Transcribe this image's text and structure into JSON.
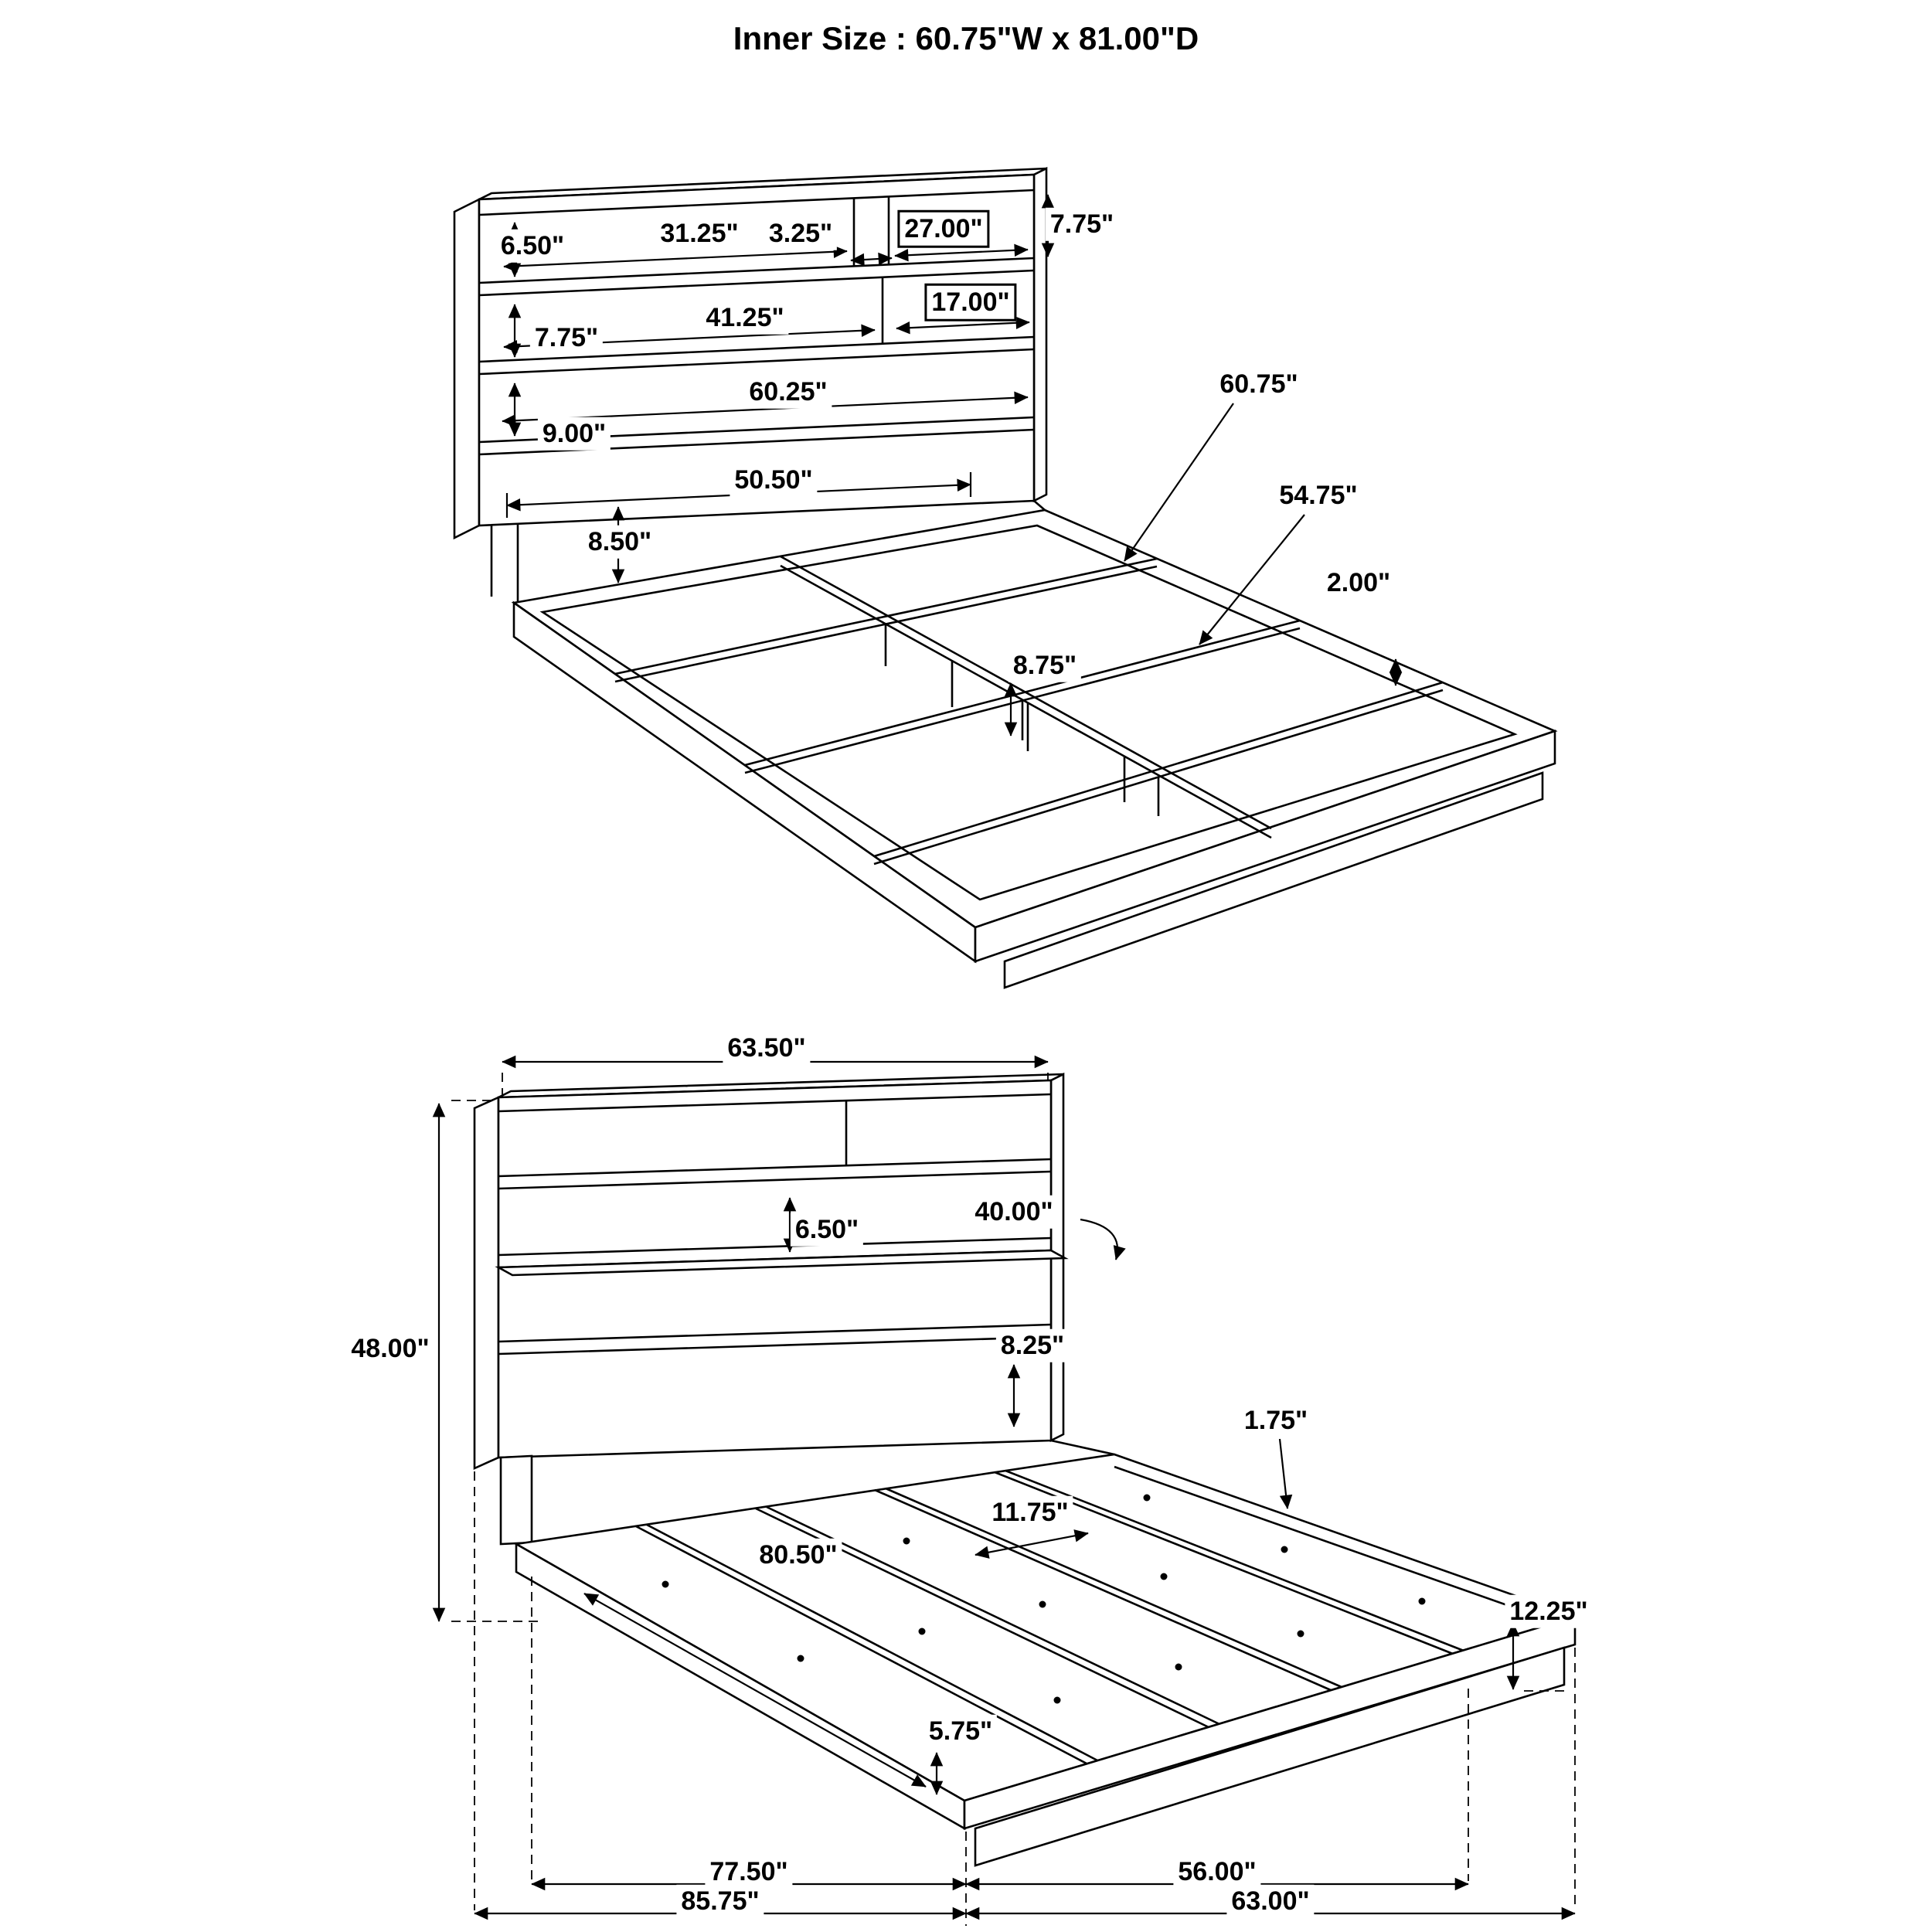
{
  "title": "Inner Size : 60.75\"W x 81.00\"D",
  "colors": {
    "line": "#000000",
    "background": "#ffffff",
    "text": "#000000"
  },
  "perspective_view": {
    "labels": [
      {
        "name": "top-shelf-height",
        "text": "6.50\""
      },
      {
        "name": "top-shelf-width",
        "text": "31.25\""
      },
      {
        "name": "shelf-divider-gap",
        "text": "3.25\""
      },
      {
        "name": "right-cubby-width",
        "text": "27.00\""
      },
      {
        "name": "right-shelf-height",
        "text": "7.75\""
      },
      {
        "name": "middle-shelf-height",
        "text": "7.75\""
      },
      {
        "name": "middle-shelf-width",
        "text": "41.25\""
      },
      {
        "name": "right-cubby2-width",
        "text": "17.00\""
      },
      {
        "name": "bottom-shelf-height",
        "text": "9.00\""
      },
      {
        "name": "headboard-inner-width",
        "text": "60.25\""
      },
      {
        "name": "base-inner-width",
        "text": "50.50\""
      },
      {
        "name": "leg-gap-height",
        "text": "8.50\""
      },
      {
        "name": "slat-rail-length",
        "text": "60.75\""
      },
      {
        "name": "slat-rail-length-2",
        "text": "54.75\""
      },
      {
        "name": "rail-lip-height",
        "text": "2.00\""
      },
      {
        "name": "support-leg-height",
        "text": "8.75\""
      }
    ]
  },
  "front_view": {
    "labels": [
      {
        "name": "headboard-width",
        "text": "63.50\""
      },
      {
        "name": "headboard-height",
        "text": "48.00\""
      },
      {
        "name": "shelf-opening-height",
        "text": "6.50\""
      },
      {
        "name": "shelf-opening-width",
        "text": "40.00\""
      },
      {
        "name": "headboard-to-deck-gap",
        "text": "8.25\""
      },
      {
        "name": "side-rail-lip",
        "text": "1.75\""
      },
      {
        "name": "plank-spacing",
        "text": "11.75\""
      },
      {
        "name": "deck-length",
        "text": "80.50\""
      },
      {
        "name": "footboard-height",
        "text": "12.25\""
      },
      {
        "name": "base-lip-height",
        "text": "5.75\""
      },
      {
        "name": "frame-length-inner",
        "text": "77.50\""
      },
      {
        "name": "frame-width-inner",
        "text": "56.00\""
      },
      {
        "name": "frame-length-overall",
        "text": "85.75\""
      },
      {
        "name": "frame-width-overall",
        "text": "63.00\""
      }
    ]
  }
}
